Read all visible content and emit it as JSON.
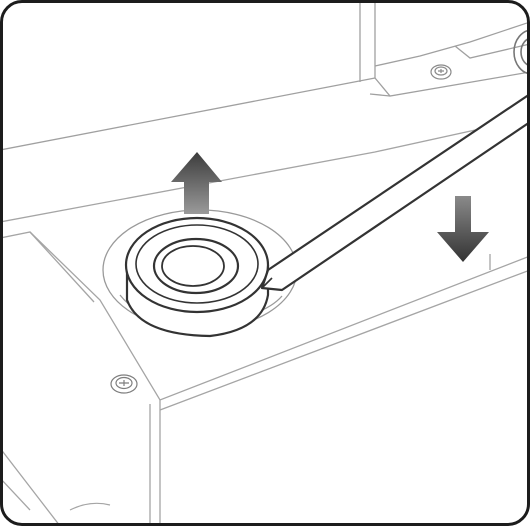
{
  "illustration": {
    "background": "#ffffff",
    "line_color": "#9a9a9a",
    "frame_color": "#1c1c1c",
    "arrow_up": {
      "direction": "up",
      "color": "#444444"
    },
    "arrow_down": {
      "direction": "down",
      "color": "#3a3a3a"
    },
    "tool": "screwdriver",
    "part": "round plug",
    "screws": 2
  }
}
